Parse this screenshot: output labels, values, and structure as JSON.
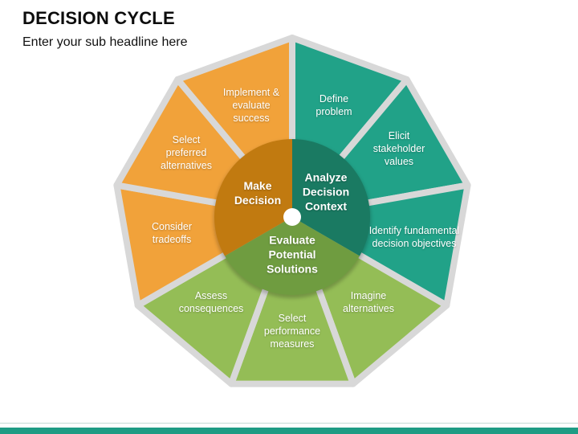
{
  "slide": {
    "title": "DECISION CYCLE",
    "subtitle": "Enter your sub headline here"
  },
  "colors": {
    "analyze_outer": "#21A288",
    "analyze_inner": "#1A7A62",
    "evaluate_outer": "#94BD56",
    "evaluate_inner": "#6F9C40",
    "make_outer": "#F1A23A",
    "make_inner": "#C17A10",
    "rim_fill": "#D8D8D8",
    "rim_outline": "#8F8F8F",
    "center_dot": "#FFFFFF",
    "footer_bar": "#1E9C84"
  },
  "diagram": {
    "center": [
      {
        "id": "analyze-decision-context",
        "label": "Analyze Decision Context"
      },
      {
        "id": "evaluate-potential-solutions",
        "label": "Evaluate Potential Solutions"
      },
      {
        "id": "make-decision",
        "label": "Make Decision"
      }
    ],
    "segments": [
      {
        "id": "define-problem",
        "label": "Define problem",
        "group": "analyze-decision-context"
      },
      {
        "id": "elicit-stakeholder-values",
        "label": "Elicit stakeholder values",
        "group": "analyze-decision-context"
      },
      {
        "id": "identify-fundamental-decision-objectives",
        "label": "Identify fundamental decision objectives",
        "group": "analyze-decision-context"
      },
      {
        "id": "imagine-alternatives",
        "label": "Imagine alternatives",
        "group": "evaluate-potential-solutions"
      },
      {
        "id": "select-performance-measures",
        "label": "Select performance measures",
        "group": "evaluate-potential-solutions"
      },
      {
        "id": "assess-consequences",
        "label": "Assess consequences",
        "group": "evaluate-potential-solutions"
      },
      {
        "id": "consider-tradeoffs",
        "label": "Consider tradeoffs",
        "group": "make-decision"
      },
      {
        "id": "select-preferred-alternatives",
        "label": "Select preferred alternatives",
        "group": "make-decision"
      },
      {
        "id": "implement-evaluate-success",
        "label": "Implement & evaluate success",
        "group": "make-decision"
      }
    ]
  }
}
